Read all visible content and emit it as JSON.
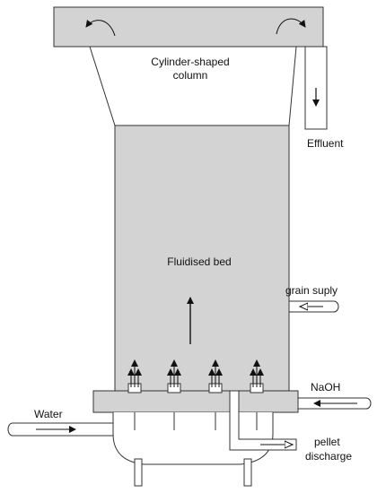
{
  "labels": {
    "column_line1": "Cylinder-shaped",
    "column_line2": "column",
    "effluent": "Effluent",
    "fluidised_bed": "Fluidised bed",
    "grain_supply": "grain suply",
    "naoh": "NaOH",
    "water": "Water",
    "pellet_line1": "pellet",
    "pellet_line2": "discharge"
  },
  "colors": {
    "gray_fill": "#d3d3d3",
    "stroke": "#333333",
    "pipe_fill": "#ffffff",
    "background": "#ffffff"
  }
}
